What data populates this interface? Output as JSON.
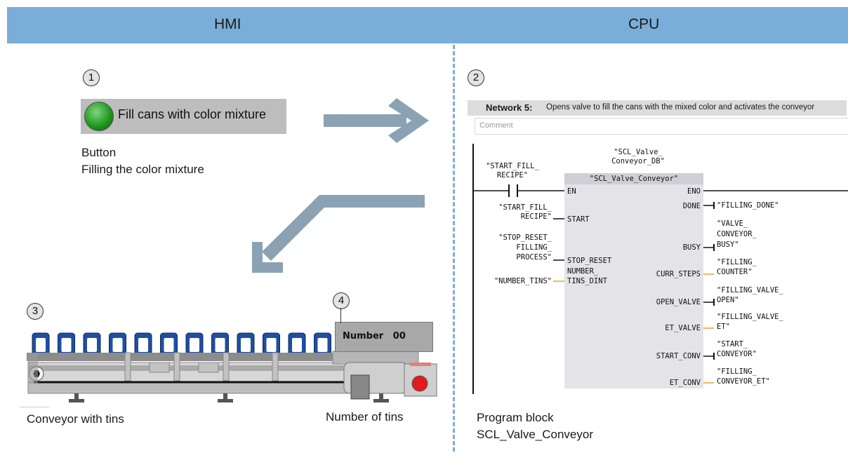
{
  "header": {
    "left_title": "HMI",
    "right_title": "CPU"
  },
  "steps": {
    "one": "1",
    "two": "2",
    "three": "3",
    "four": "4"
  },
  "hmi_button": {
    "label": "Fill cans with color mixture",
    "caption_line1": "Button",
    "caption_line2": "Filling the color mixture"
  },
  "conveyor": {
    "caption": "Conveyor with tins",
    "tin_count_shown": 12
  },
  "counter_display": {
    "label": "Number",
    "value": "00",
    "caption": "Number of tins"
  },
  "network": {
    "title": "Network 5:",
    "description": "Opens valve to fill the cans with the mixed color and activates the conveyor",
    "comment_placeholder": "Comment"
  },
  "block": {
    "instance_db_line1": "\"SCL_Valve_",
    "instance_db_line2": "Conveyor_DB\"",
    "name": "\"SCL_Valve_Conveyor\"",
    "caption_line1": "Program block",
    "caption_line2": "SCL_Valve_Conveyor",
    "contact_tag_line1": "\"START_FILL_",
    "contact_tag_line2": "RECIPE\"",
    "inputs": {
      "en": "EN",
      "start": "START",
      "start_tag_line1": "\"START_FILL_",
      "start_tag_line2": "RECIPE\"",
      "stop_reset": "STOP_RESET",
      "stop_tag_line1": "\"STOP_RESET_",
      "stop_tag_line2": "FILLING_",
      "stop_tag_line3": "PROCESS\"",
      "number_line1": "NUMBER_",
      "number_line2": "TINS_DINT",
      "number_tag": "\"NUMBER_TINS\""
    },
    "outputs": {
      "eno": "ENO",
      "done": "DONE",
      "done_tag": "\"FILLING_DONE\"",
      "busy": "BUSY",
      "busy_tag_line1": "\"VALVE_",
      "busy_tag_line2": "CONVEYOR_",
      "busy_tag_line3": "BUSY\"",
      "curr_steps": "CURR_STEPS",
      "curr_tag_line1": "\"FILLING_",
      "curr_tag_line2": "COUNTER\"",
      "open_valve": "OPEN_VALVE",
      "open_tag_line1": "\"FILLING_VALVE_",
      "open_tag_line2": "OPEN\"",
      "et_valve": "ET_VALVE",
      "etv_tag_line1": "\"FILLING_VALVE_",
      "etv_tag_line2": "ET\"",
      "start_conv": "START_CONV",
      "sc_tag_line1": "\"START_",
      "sc_tag_line2": "CONVEYOR\"",
      "et_conv": "ET_CONV",
      "etc_tag_line1": "\"FILLING_",
      "etc_tag_line2": "CONVEYOR_ET\""
    }
  },
  "colors": {
    "header": "#7aaed8",
    "arrow": "#8aa2b4",
    "bool_wire": "#111111",
    "int_wire": "#f0a020",
    "tin": "#1e4fa0"
  }
}
